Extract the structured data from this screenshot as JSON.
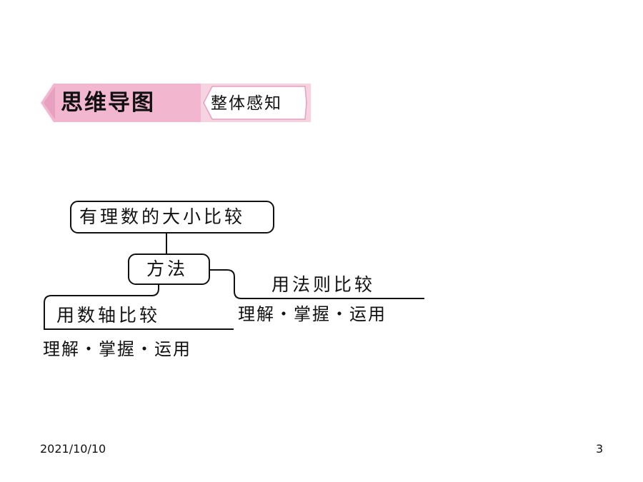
{
  "banner": {
    "title": "思维导图",
    "subtitle": "整体感知",
    "colors": {
      "pink": "#f2b6cf",
      "pink_light": "#f7d3e2",
      "pink_dark": "#e7a0bf"
    }
  },
  "mindmap": {
    "root": "有理数的大小比较",
    "method": "方法",
    "branch_rule": {
      "label": "用法则比较",
      "detail": "理解・掌握・运用"
    },
    "branch_axis": {
      "label": "用数轴比较",
      "detail": "理解・掌握・运用"
    }
  },
  "footer": {
    "date": "2021/10/10",
    "page": "3"
  }
}
